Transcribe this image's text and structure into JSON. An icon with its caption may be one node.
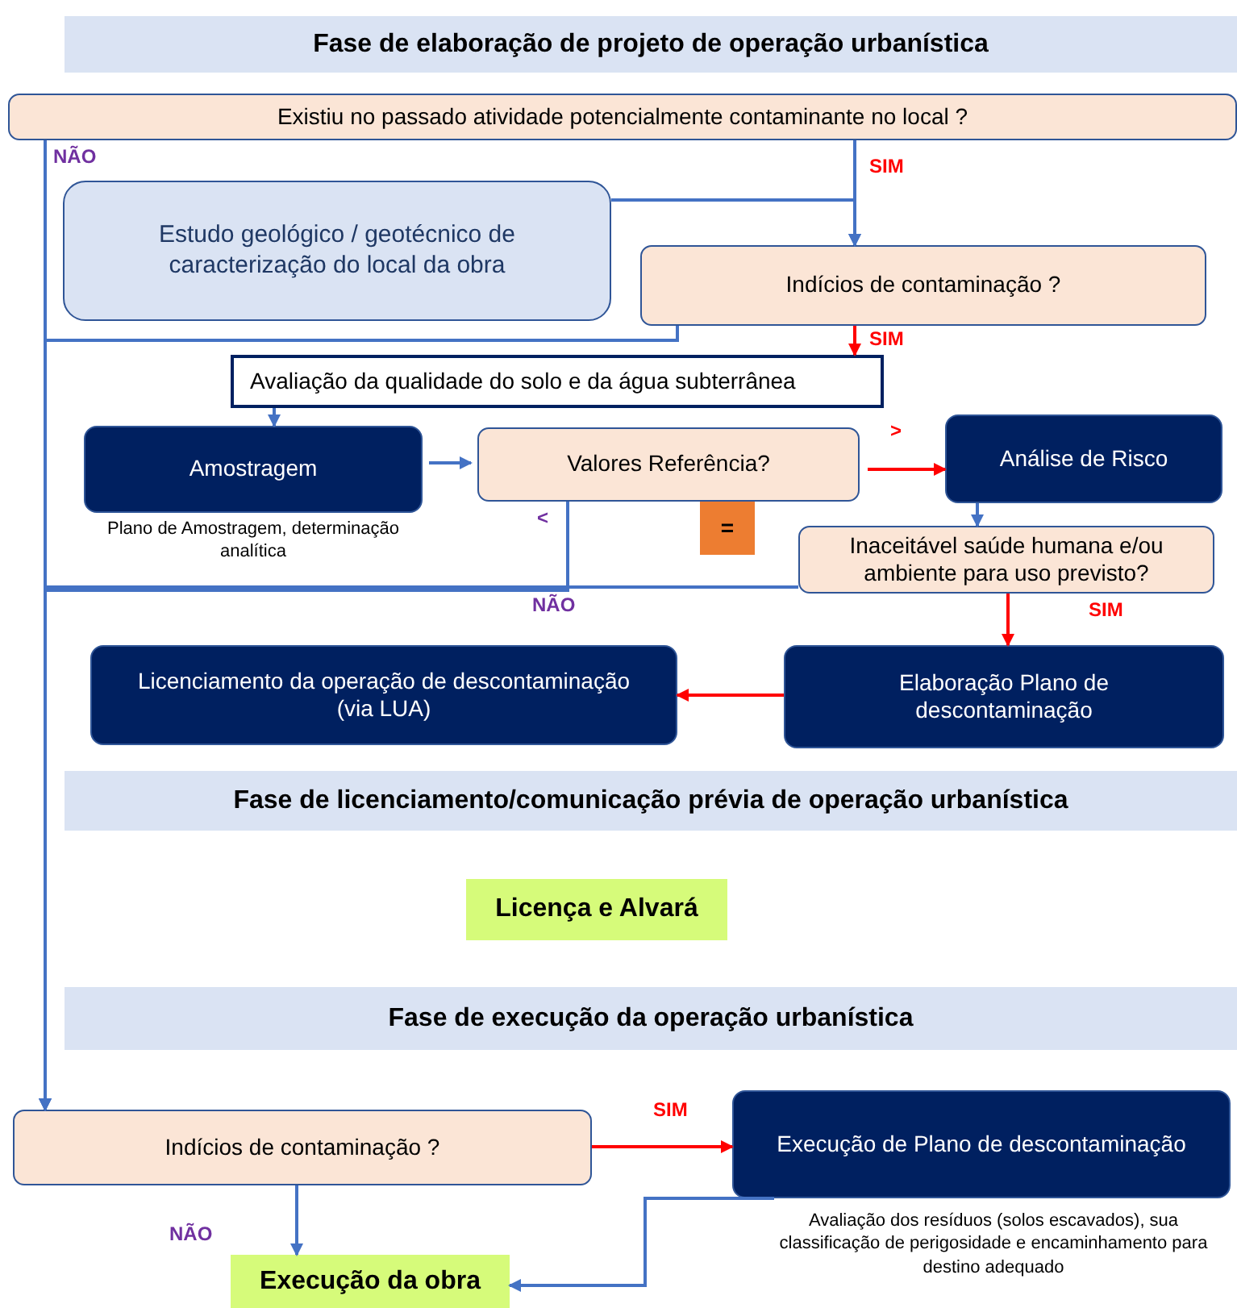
{
  "diagram": {
    "nodes": [
      {
        "text": [
          "Fase de elaboração de projeto de operação urbanística"
        ]
      },
      {
        "text": [
          "Existiu no passado atividade potencialmente contaminante no local ?"
        ]
      },
      {
        "text": [
          "Estudo geológico / geotécnico de caracterização do local da obra"
        ]
      },
      {
        "text": [
          "Indícios de contaminação ?"
        ]
      },
      {
        "text": [
          "Avaliação da qualidade do solo e da água subterrânea"
        ]
      },
      {
        "text": [
          "Amostragem"
        ],
        "beside": [
          "Plano de Amostragem, determinação analítica"
        ]
      },
      {
        "text": [
          "Valores Referência?"
        ]
      },
      {
        "text": [
          "="
        ]
      },
      {
        "text": [
          "Análise de Risco"
        ]
      },
      {
        "text": [
          "Inaceitável saúde humana e/ou ambiente para uso previsto?"
        ]
      },
      {
        "text": [
          "Licenciamento da operação de descontaminação (via LUA)"
        ]
      },
      {
        "text": [
          "Elaboração Plano de descontaminação"
        ]
      },
      {
        "text": [
          "Fase de licenciamento/comunicação prévia de operação urbanística"
        ]
      },
      {
        "text": [
          "Licença e Alvará"
        ]
      },
      {
        "text": [
          "Fase de execução da operação urbanística"
        ]
      },
      {
        "text": [
          "Indícios de contaminação ?"
        ]
      },
      {
        "text": [
          "Execução de Plano de descontaminação"
        ],
        "beside": [
          "Avaliação dos resíduos (solos escavados), sua classificação de perigosidade e encaminhamento para destino adequado"
        ]
      },
      {
        "text": [
          "Execução da obra"
        ]
      }
    ],
    "edges": [
      {
        "from": 1,
        "to": 15,
        "arrow": "to",
        "label": "NÃO"
      },
      {
        "from": 1,
        "to": 3,
        "arrow": "to",
        "label": "SIM"
      },
      {
        "from": 2,
        "to": 3,
        "arrow": "to"
      },
      {
        "from": 3,
        "to": 15,
        "arrow": "to"
      },
      {
        "from": 3,
        "to": 4,
        "arrow": "to",
        "label": "SIM",
        "color": "#ff0000"
      },
      {
        "from": 4,
        "to": 5,
        "arrow": "to"
      },
      {
        "from": 5,
        "to": 6,
        "arrow": "to"
      },
      {
        "from": 6,
        "to": 8,
        "arrow": "to",
        "label": ">",
        "color": "#ff0000"
      },
      {
        "from": 6,
        "to": 15,
        "arrow": "to",
        "label": "<"
      },
      {
        "from": 8,
        "to": 9,
        "arrow": "to"
      },
      {
        "from": 9,
        "to": 15,
        "arrow": "to",
        "label": "NÃO"
      },
      {
        "from": 9,
        "to": 11,
        "arrow": "to",
        "label": "SIM",
        "color": "#ff0000"
      },
      {
        "from": 11,
        "to": 10,
        "arrow": "to",
        "color": "#ff0000"
      },
      {
        "from": 15,
        "to": 16,
        "arrow": "to",
        "label": "SIM",
        "color": "#ff0000"
      },
      {
        "from": 15,
        "to": 17,
        "arrow": "to",
        "label": "NÃO"
      },
      {
        "from": 16,
        "to": 17,
        "arrow": "to"
      }
    ]
  }
}
